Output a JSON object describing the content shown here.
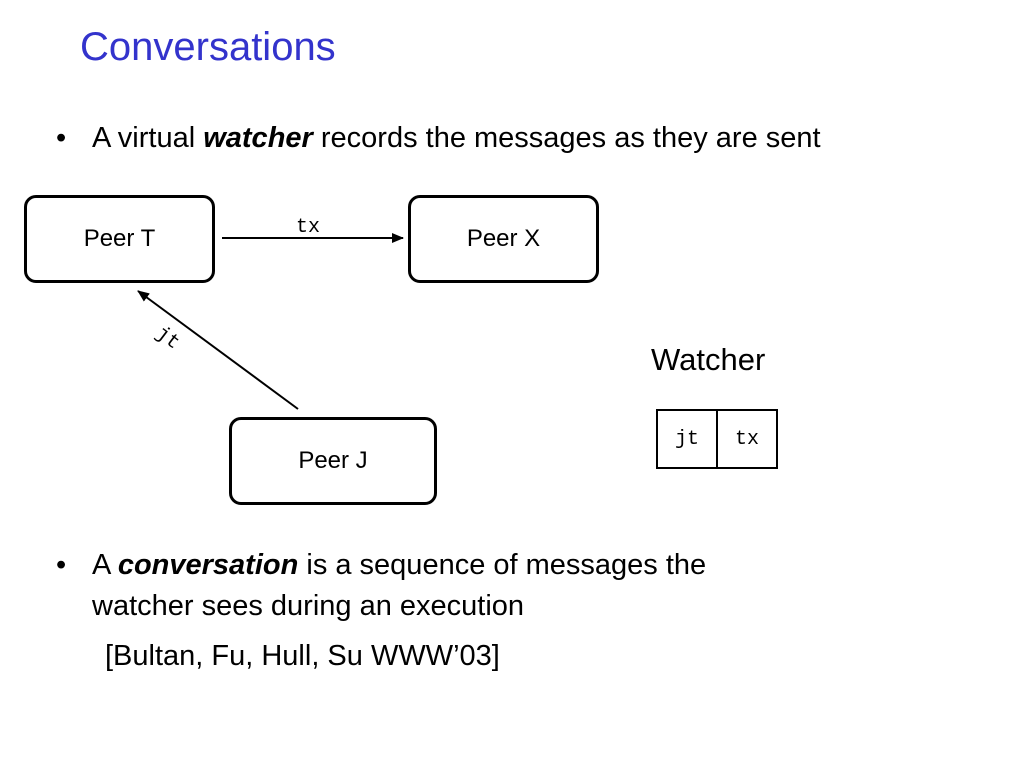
{
  "slide": {
    "title": "Conversations",
    "bullet1": {
      "pre": "A virtual ",
      "emphasis": "watcher",
      "post": " records the messages as they are sent"
    },
    "bullet2": {
      "pre": "A ",
      "emphasis": "conversation",
      "post": " is a sequence of messages the",
      "line2": "watcher sees during an execution",
      "citation": "[Bultan, Fu, Hull, Su WWW’03]"
    },
    "bullet_char": "•"
  },
  "diagram": {
    "peers": {
      "t": "Peer T",
      "x": "Peer X",
      "j": "Peer J"
    },
    "messages": {
      "tx": "tx",
      "jt": "jt"
    },
    "watcher": {
      "label": "Watcher",
      "sequence": [
        "jt",
        "tx"
      ]
    }
  },
  "colors": {
    "title": "#3333cc",
    "text": "#000000",
    "background": "#ffffff"
  }
}
